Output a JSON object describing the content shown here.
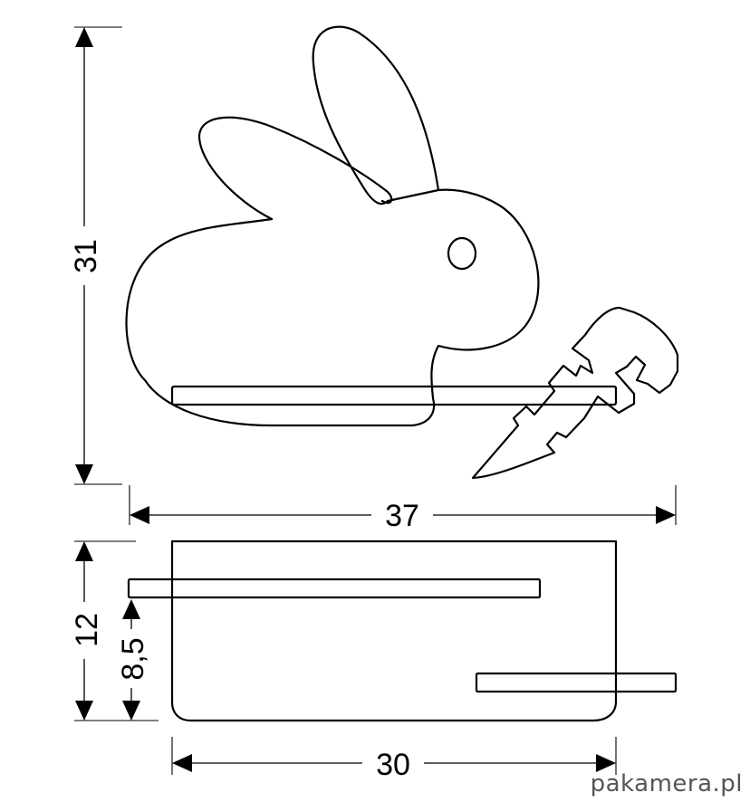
{
  "dimensions": {
    "height_front": "31",
    "width_front": "37",
    "depth_total": "12",
    "shelf_height": "8,5",
    "width_base": "30"
  },
  "watermark": "pakamera.pl",
  "colors": {
    "stroke": "#000000",
    "background": "#ffffff",
    "watermark": "#555555"
  }
}
